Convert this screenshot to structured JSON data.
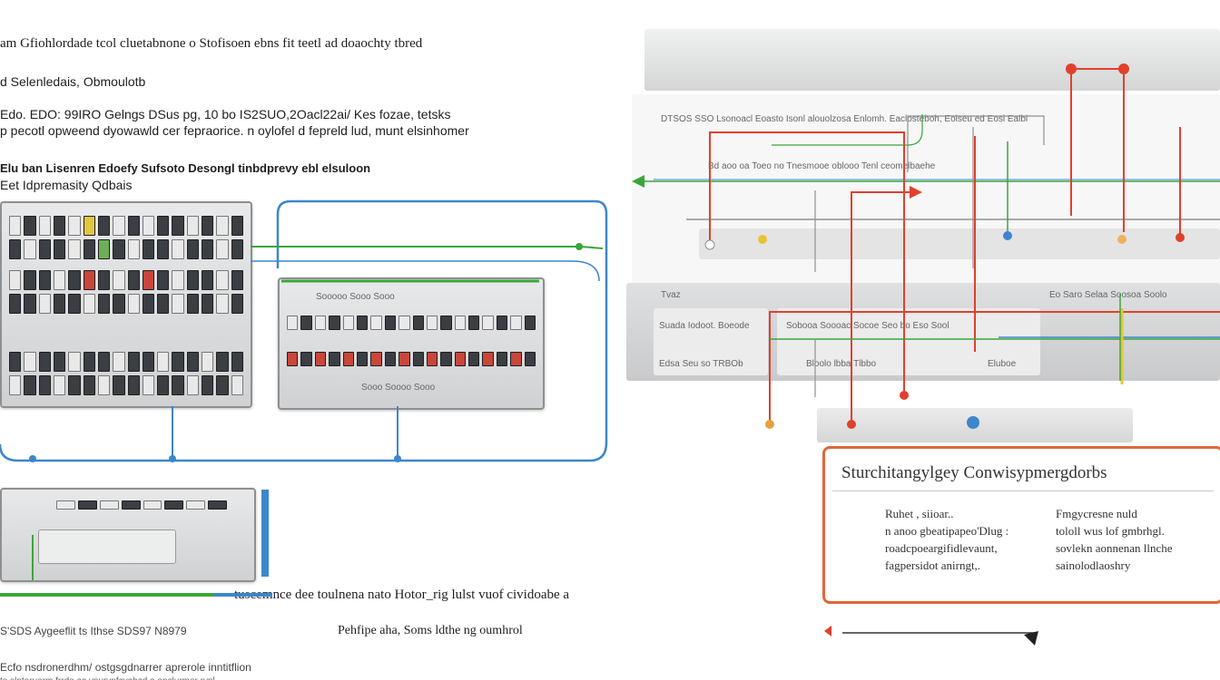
{
  "texts": {
    "line1": "am Gfiohlordade tcol cluetabnone o Stofisoen ebns fit teetl ad doaochty tbred",
    "line2": "d Selenledais, Obmoulotb",
    "line3": "Edo. EDO: 99IRO Gelngs DSus pg, 10 bo IS2SUO,2Oacl22ai/ Kes fozae, tetsks",
    "line4": "p pecotl opweend dyowawld cer fepraorice. n oylofel d fepreld lud, munt elsinhomer",
    "line5": "Elu ban Lisenren Edoefy Sufsoto Desongl tinbdprevy ebl elsuloon",
    "line6": "Eet Idpremasity Qdbais",
    "caption1": "tuscemnce dee toulnena nato Hotor_rig lulst vuof cividoabe a",
    "caption2": "S'SDS Aygeeflit ts Ithse SDS97 N8979",
    "caption3": "Pehfipe aha, Soms ldthe ng oumhrol",
    "caption4": "Ecfo nsdronerdhm/ ostgsgdnarrer aprerole inntitflion",
    "caption5": "to slntoruerm frrde ac vnurvnfcvahcd a onclurmer rvnl"
  },
  "panels": {
    "upper_row": "DTSOS SSO Lsonoacl Eoasto Isonl alouolzosa Enlomh. Eaclosteboh, Eolseu ed Eosl Ealbl",
    "upper_row2": "Bd aoo oa Toeo no Tnesmooe oblooo Tenl ceomelbaehe",
    "mid_label": "Tvaz",
    "mid_row1": "Suada Iodoot. Boeode",
    "mid_row2": "Sobooa Soooac Socoe Seo bo Eso Sool",
    "mid_row3": "Bloolo lbba Tlbbo",
    "mid_row4": "Edsa Seu so TRBOb",
    "mid_row5": "Eo Saro Selaa Soosoa Soolo",
    "mid_row6": "Eluboe"
  },
  "device_labels": {
    "switch2_top": "Sooooo Sooo Sooo",
    "switch2_bottom": "Sooo Soooo Sooo"
  },
  "reference_box": {
    "title": "Sturchitangylgey Conwisypmergdorbs",
    "col1": [
      "Ruhet , siioar..",
      "n anoo gbeatipapeo'Dlug :",
      "roadcpoeargifidlevaunt,",
      "fagpersidot anirngt,."
    ],
    "col2": [
      "Fmgycresne nuld",
      "tololl wus lof gmbrhgl.",
      "sovlekn aonnenan llnche",
      "sainolodlaoshry"
    ]
  },
  "colors": {
    "red": "#e0402c",
    "green": "#3aa63a",
    "blue": "#3d86cc",
    "yellow": "#e6c43a",
    "gray": "#8d9093",
    "orange_border": "#e2673b"
  }
}
